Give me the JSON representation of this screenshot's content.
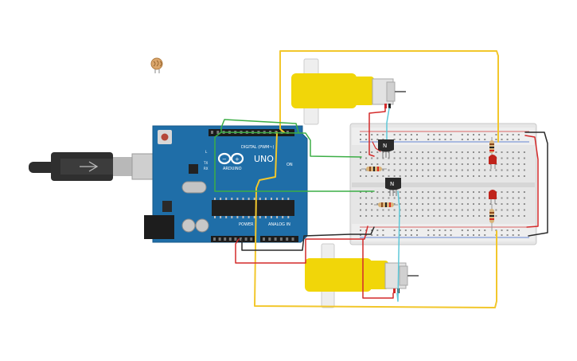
{
  "board": {
    "logo_text": "ARDUINO",
    "model": "UNO",
    "digital_label": "DIGITAL (PWM~)",
    "power_label": "POWER",
    "analog_label": "ANALOG IN",
    "on_label": "ON",
    "tx_label": "TX",
    "rx_label": "RX",
    "l_label": "L"
  },
  "transistors": [
    {
      "label": "N"
    },
    {
      "label": "N"
    }
  ],
  "colors": {
    "arduino_blue": "#1f6ea8",
    "wire_yellow": "#f2c72c",
    "wire_green": "#3cae46",
    "wire_red": "#d42a2a",
    "wire_black": "#2a2a2a",
    "wire_cyan": "#5ec8d8",
    "motor_yellow": "#f1d609",
    "led_red": "#c0241c"
  }
}
